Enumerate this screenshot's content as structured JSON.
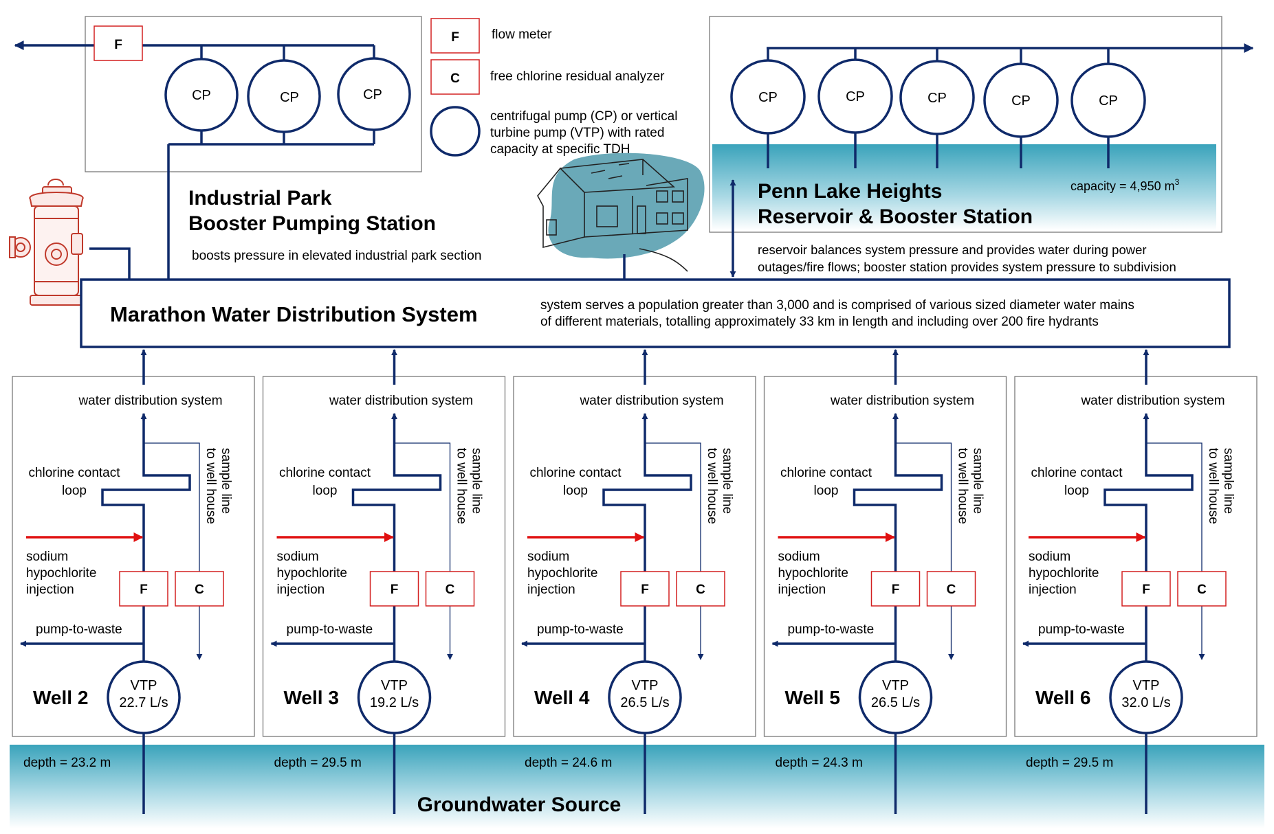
{
  "legend": {
    "flow_meter_symbol": "F",
    "flow_meter_label": "flow meter",
    "analyzer_symbol": "C",
    "analyzer_label": "free chlorine residual analyzer",
    "pump_lines": [
      "centrifugal pump (CP) or vertical",
      "turbine pump (VTP) with rated",
      "capacity at specific TDH"
    ]
  },
  "industrial_park": {
    "title_lines": [
      "Industrial Park",
      "Booster Pumping Station"
    ],
    "description": "boosts pressure in elevated industrial park section",
    "flow_meter_symbol": "F",
    "pumps": [
      "CP",
      "CP",
      "CP"
    ]
  },
  "penn_lake": {
    "title_lines": [
      "Penn Lake Heights",
      "Reservoir & Booster Station"
    ],
    "capacity": "capacity = 4,950 m",
    "capacity_sup": "3",
    "pumps": [
      "CP",
      "CP",
      "CP",
      "CP",
      "CP"
    ],
    "description_lines": [
      "reservoir balances system pressure and provides water during power",
      "outages/fire flows; booster station provides system pressure to subdivision"
    ]
  },
  "distribution_system": {
    "title": "Marathon Water Distribution System",
    "description_lines": [
      "system serves a population greater than 3,000 and is comprised of various sized diameter water mains",
      "of different materials, totalling approximately 33 km in length and including over 200 fire hydrants"
    ]
  },
  "well_labels": {
    "output": "water distribution system",
    "contact_loop_lines": [
      "chlorine contact",
      "loop"
    ],
    "sample_line_lines": [
      "sample line",
      "to well house"
    ],
    "injection_lines": [
      "sodium",
      "hypochlorite",
      "injection"
    ],
    "flow_meter_symbol": "F",
    "analyzer_symbol": "C",
    "pump_to_waste": "pump-to-waste",
    "pump_type": "VTP"
  },
  "wells": [
    {
      "name": "Well 2",
      "rate": "22.7 L/s",
      "depth": "depth = 23.2 m"
    },
    {
      "name": "Well 3",
      "rate": "19.2 L/s",
      "depth": "depth = 29.5 m"
    },
    {
      "name": "Well 4",
      "rate": "26.5 L/s",
      "depth": "depth = 24.6 m"
    },
    {
      "name": "Well 5",
      "rate": "26.5 L/s",
      "depth": "depth = 24.3 m"
    },
    {
      "name": "Well 6",
      "rate": "32.0 L/s",
      "depth": "depth = 29.5 m"
    }
  ],
  "groundwater": {
    "title": "Groundwater Source"
  },
  "colors": {
    "pipe": "#0f2a6a",
    "injection": "#e01010",
    "meter_border": "#d32020",
    "water_top": "#40a6bd",
    "water_bottom": "#ffffff",
    "house_blob": "#6aa9b8",
    "hydrant": "#c0392b"
  },
  "icons": {
    "hydrant": "fire-hydrant-icon",
    "house": "house-icon"
  }
}
